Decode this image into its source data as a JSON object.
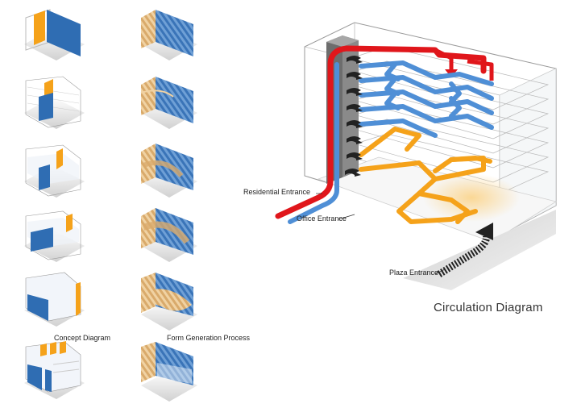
{
  "labels": {
    "concept": "Concept Diagram",
    "form": "Form Generation Process",
    "residential": "Residential Entrance",
    "office": "Office Entrance",
    "plaza": "Plaza Entrance",
    "title": "Circulation Diagram"
  },
  "colors": {
    "orange": "#f5a21a",
    "blue": "#2f6db3",
    "tan": "#d9aa6b",
    "red": "#e0161b",
    "light_blue": "#4f8fd6",
    "dark_gray": "#555555",
    "floor": "#e9e9e9"
  }
}
